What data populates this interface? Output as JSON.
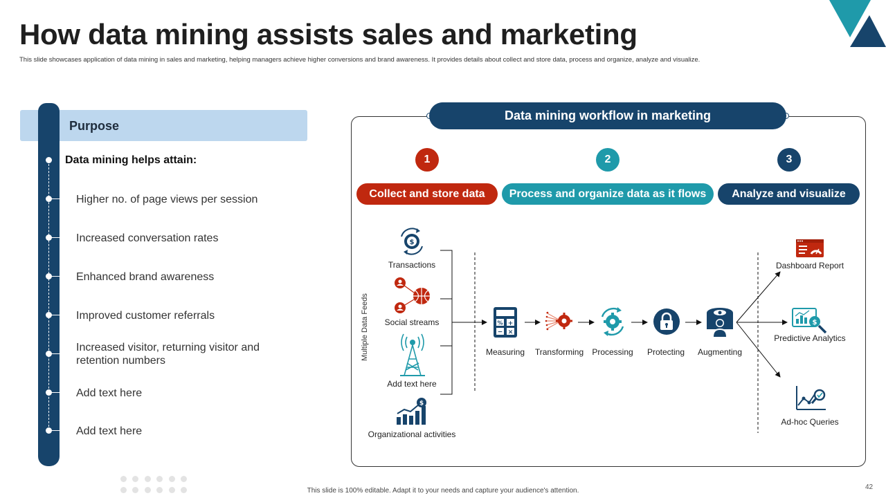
{
  "slide": {
    "title": "How data mining assists sales and marketing",
    "subtitle": "This slide showcases application of data mining  in sales and marketing,  helping managers achieve higher conversions and brand awareness. It provides details about collect and store data, process and organize, analyze and visualize.",
    "footer": "This slide is 100% editable.  Adapt it to your needs and capture your audience's attention.",
    "page_number": "42"
  },
  "purpose": {
    "heading": "Purpose",
    "lead": "Data mining helps attain:",
    "items": [
      "Higher no. of page views per session",
      "Increased conversation rates",
      "Enhanced brand awareness",
      "Improved customer referrals",
      "Increased visitor, returning visitor and retention numbers",
      "Add text here",
      "Add text here"
    ]
  },
  "workflow": {
    "heading": "Data mining workflow in marketing",
    "steps": [
      {
        "number": "1",
        "label": "Collect and store  data",
        "color": "#c0280f"
      },
      {
        "number": "2",
        "label": "Process  and organize data as it flows",
        "color": "#1f9aaa"
      },
      {
        "number": "3",
        "label": "Analyze and visualize",
        "color": "#17446b"
      }
    ],
    "feeds_label": "Multiple Data Feeds",
    "sources": [
      {
        "label": "Transactions",
        "icon": "dollar-cycle-icon"
      },
      {
        "label": "Social streams",
        "icon": "social-network-icon"
      },
      {
        "label": "Add text here",
        "icon": "signal-tower-icon"
      },
      {
        "label": "Organizational activities",
        "icon": "growth-chart-icon"
      }
    ],
    "process": [
      {
        "label": "Measuring",
        "icon": "calculator-icon"
      },
      {
        "label": "Transforming",
        "icon": "transform-gear-icon"
      },
      {
        "label": "Processing",
        "icon": "processing-gear-icon"
      },
      {
        "label": "Protecting",
        "icon": "lock-shield-icon"
      },
      {
        "label": "Augmenting",
        "icon": "augment-user-icon"
      }
    ],
    "outputs": [
      {
        "label": "Dashboard Report",
        "icon": "dashboard-icon"
      },
      {
        "label": "Predictive Analytics",
        "icon": "predictive-analytics-icon"
      },
      {
        "label": "Ad-hoc Queries",
        "icon": "adhoc-query-icon"
      }
    ]
  },
  "colors": {
    "navy": "#17446b",
    "teal": "#1f9aaa",
    "red": "#c0280f",
    "light_blue": "#bdd7ee"
  }
}
